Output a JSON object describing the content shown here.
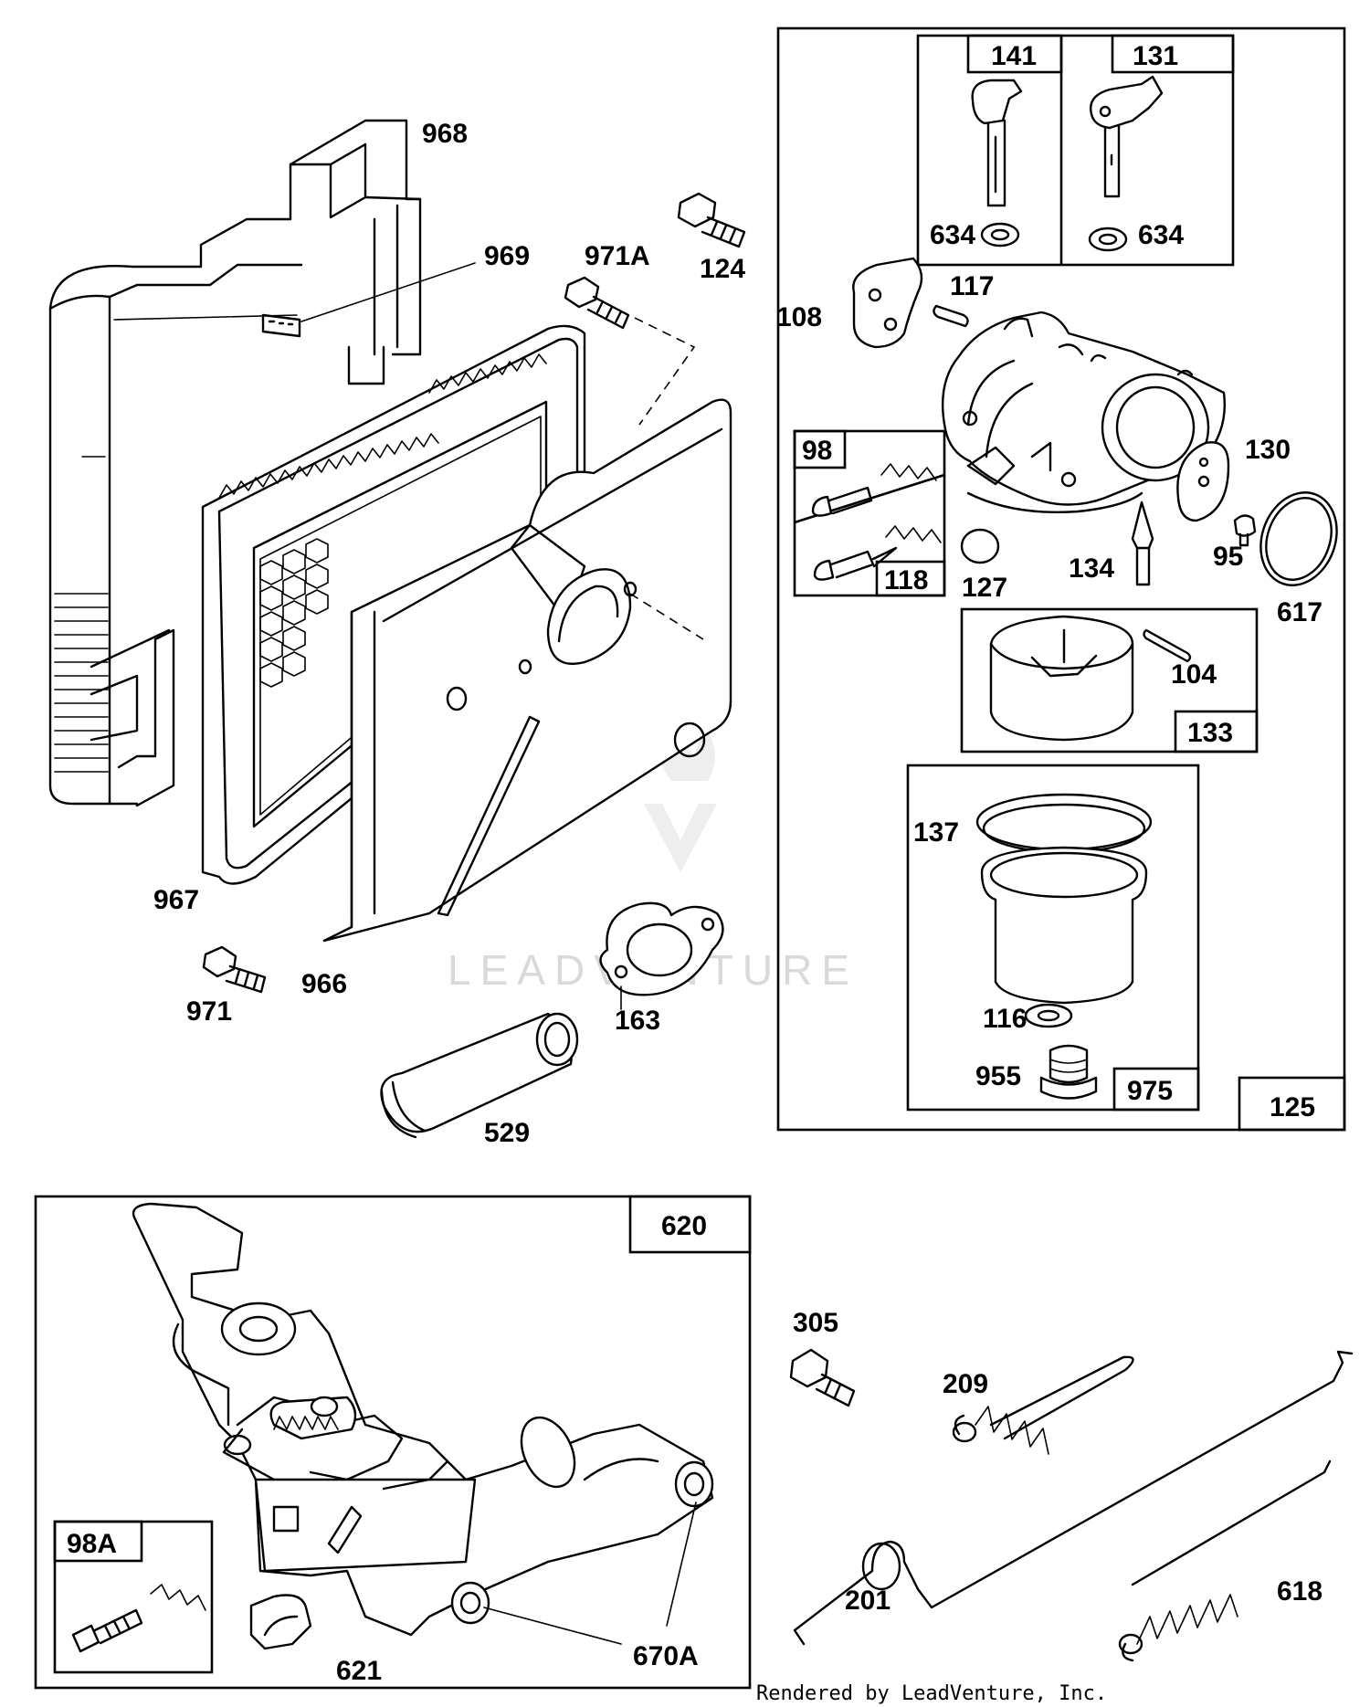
{
  "watermark": "LEADVENTURE",
  "credit": "Rendered by LeadVenture, Inc.",
  "labels": {
    "p968": "968",
    "p969": "969",
    "p971A": "971A",
    "p124": "124",
    "p967": "967",
    "p966": "966",
    "p971": "971",
    "p163": "163",
    "p529": "529",
    "p125": "125",
    "p141": "141",
    "p131": "131",
    "p634a": "634",
    "p634b": "634",
    "p108": "108",
    "p117": "117",
    "p98": "98",
    "p118": "118",
    "p127": "127",
    "p134": "134",
    "p130": "130",
    "p95": "95",
    "p617": "617",
    "p104": "104",
    "p133": "133",
    "p137": "137",
    "p116": "116",
    "p955": "955",
    "p975": "975",
    "p620": "620",
    "p98A": "98A",
    "p621": "621",
    "p670A": "670A",
    "p305": "305",
    "p209": "209",
    "p201": "201",
    "p618": "618"
  }
}
